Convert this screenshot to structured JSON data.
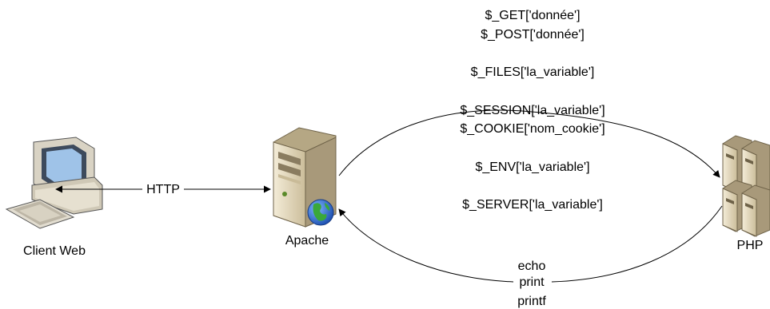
{
  "nodes": {
    "client": {
      "label": "Client Web",
      "icon": "desktop-computer-icon"
    },
    "apache": {
      "label": "Apache",
      "icon": "server-tower-globe-icon"
    },
    "php": {
      "label": "PHP",
      "icon": "server-cluster-icon"
    }
  },
  "edges": {
    "http": {
      "label": "HTTP"
    },
    "output": {
      "labels": [
        "echo",
        "print",
        "printf"
      ]
    }
  },
  "variables": [
    "$_GET['donnée']",
    "$_POST['donnée']",
    "$_FILES['la_variable']",
    "$_SESSION['la_variable']",
    "$_COOKIE['nom_cookie']",
    "$_ENV['la_variable']",
    "$_SERVER['la_variable']"
  ],
  "colors": {
    "line": "#000000",
    "server_body": "#e8dcc0",
    "server_dark": "#8a7c60",
    "globe": "#2a6fd6",
    "land": "#3aa83a",
    "screen": "#9fc3e8"
  }
}
